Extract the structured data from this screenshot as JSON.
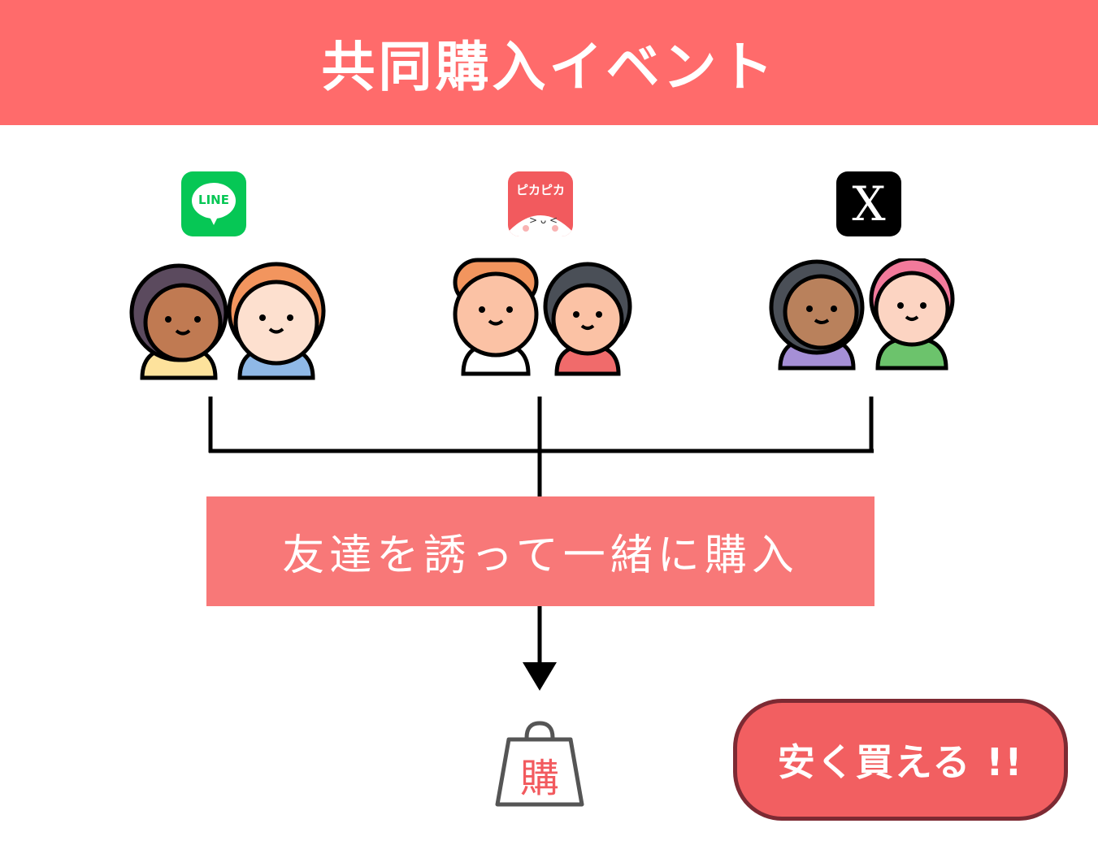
{
  "header": {
    "title": "共同購入イベント"
  },
  "logos": [
    {
      "name": "line-logo",
      "text": "LINE",
      "color": "#06c755"
    },
    {
      "name": "pikapika-logo",
      "text": "ピカピカ",
      "color": "#f25a5e"
    },
    {
      "name": "x-logo",
      "text": "X",
      "color": "#000000"
    }
  ],
  "banner": {
    "text": "友達を誘って一緒に購入"
  },
  "bag": {
    "text": "購"
  },
  "cta": {
    "label": "安く買える !!"
  },
  "colors": {
    "header": "#ff6b6b",
    "banner": "#f87878",
    "cta": "#f25f61",
    "cta_border": "#7d2a33"
  }
}
